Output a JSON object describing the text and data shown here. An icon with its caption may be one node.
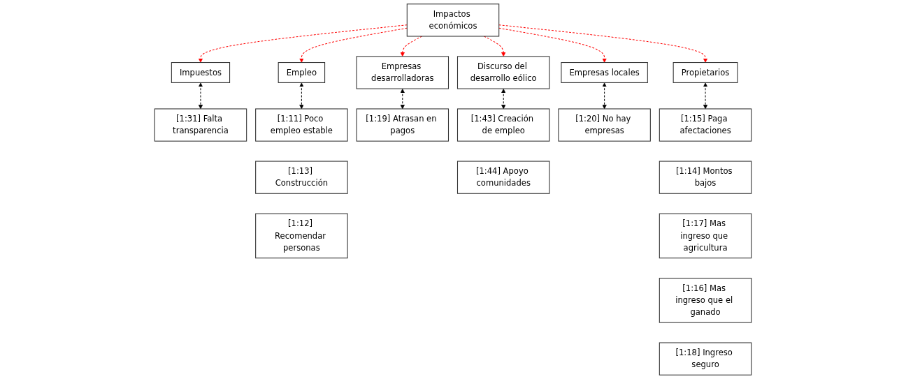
{
  "diagram": {
    "nodes": [
      {
        "text": [
          "Impactos económicos"
        ]
      },
      {
        "text": [
          "Impuestos"
        ]
      },
      {
        "text": [
          "Empleo"
        ]
      },
      {
        "text": [
          "Empresas desarrolladoras"
        ]
      },
      {
        "text": [
          "Discurso del desarrollo eólico"
        ]
      },
      {
        "text": [
          "Empresas locales"
        ]
      },
      {
        "text": [
          "Propietarios"
        ]
      },
      {
        "text": [
          "[1:31] Falta transparencia"
        ]
      },
      {
        "text": [
          "[1:11] Poco empleo estable"
        ]
      },
      {
        "text": [
          "[1:13] Construcción"
        ]
      },
      {
        "text": [
          "[1:12] Recomendar personas"
        ]
      },
      {
        "text": [
          "[1:19] Atrasan en pagos"
        ]
      },
      {
        "text": [
          "[1:43] Creación de empleo"
        ]
      },
      {
        "text": [
          "[1:44] Apoyo comunidades"
        ]
      },
      {
        "text": [
          "[1:20] No hay empresas"
        ]
      },
      {
        "text": [
          "[1:15] Paga afectaciones"
        ]
      },
      {
        "text": [
          "[1:14] Montos bajos"
        ]
      },
      {
        "text": [
          "[1:17] Mas ingreso que agricultura"
        ]
      },
      {
        "text": [
          "[1:16] Mas ingreso que el ganado"
        ]
      },
      {
        "text": [
          "[1:18] Ingreso seguro"
        ]
      }
    ],
    "edges": [
      {
        "from": 0,
        "to": 1,
        "arrow": "to",
        "style": "dashed",
        "color": "#ff0000"
      },
      {
        "from": 0,
        "to": 2,
        "arrow": "to",
        "style": "dashed",
        "color": "#ff0000"
      },
      {
        "from": 0,
        "to": 3,
        "arrow": "to",
        "style": "dashed",
        "color": "#ff0000"
      },
      {
        "from": 0,
        "to": 4,
        "arrow": "to",
        "style": "dashed",
        "color": "#ff0000"
      },
      {
        "from": 0,
        "to": 5,
        "arrow": "to",
        "style": "dashed",
        "color": "#ff0000"
      },
      {
        "from": 0,
        "to": 6,
        "arrow": "to",
        "style": "dashed",
        "color": "#ff0000"
      },
      {
        "from": 1,
        "to": 7,
        "arrow": "both",
        "style": "dashed",
        "color": "#000000"
      },
      {
        "from": 2,
        "to": 8,
        "arrow": "both",
        "style": "dashed",
        "color": "#000000"
      },
      {
        "from": 3,
        "to": 11,
        "arrow": "both",
        "style": "dashed",
        "color": "#000000"
      },
      {
        "from": 4,
        "to": 12,
        "arrow": "both",
        "style": "dashed",
        "color": "#000000"
      },
      {
        "from": 5,
        "to": 14,
        "arrow": "both",
        "style": "dashed",
        "color": "#000000"
      },
      {
        "from": 6,
        "to": 15,
        "arrow": "both",
        "style": "dashed",
        "color": "#000000"
      }
    ]
  }
}
